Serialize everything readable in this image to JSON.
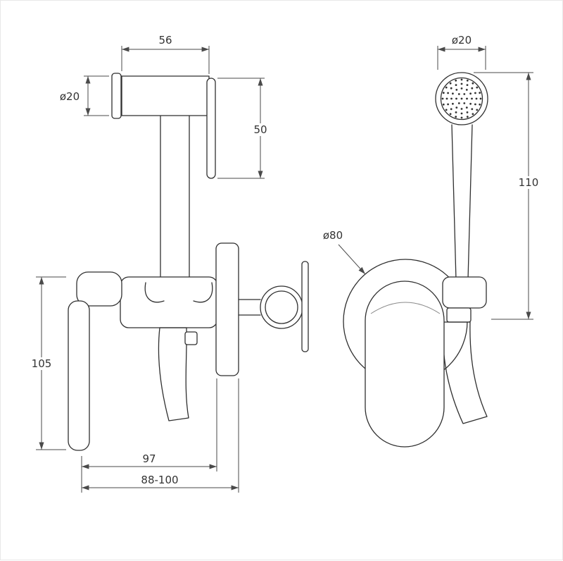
{
  "drawing": {
    "type": "technical-dimension-drawing",
    "subject": "bidet hand shower mixer, side view and front view",
    "line_color": "#2f2f2f",
    "dimension_color": "#4a4a4a",
    "background": "#ffffff"
  },
  "dimensions": {
    "holder_width": "56",
    "tube_diameter": "ø20",
    "handle_drop": "50",
    "body_height": "105",
    "body_width": "97",
    "mounting_depth": "88-100",
    "head_diameter": "ø20",
    "wand_length": "110",
    "flange_diameter": "ø80"
  }
}
